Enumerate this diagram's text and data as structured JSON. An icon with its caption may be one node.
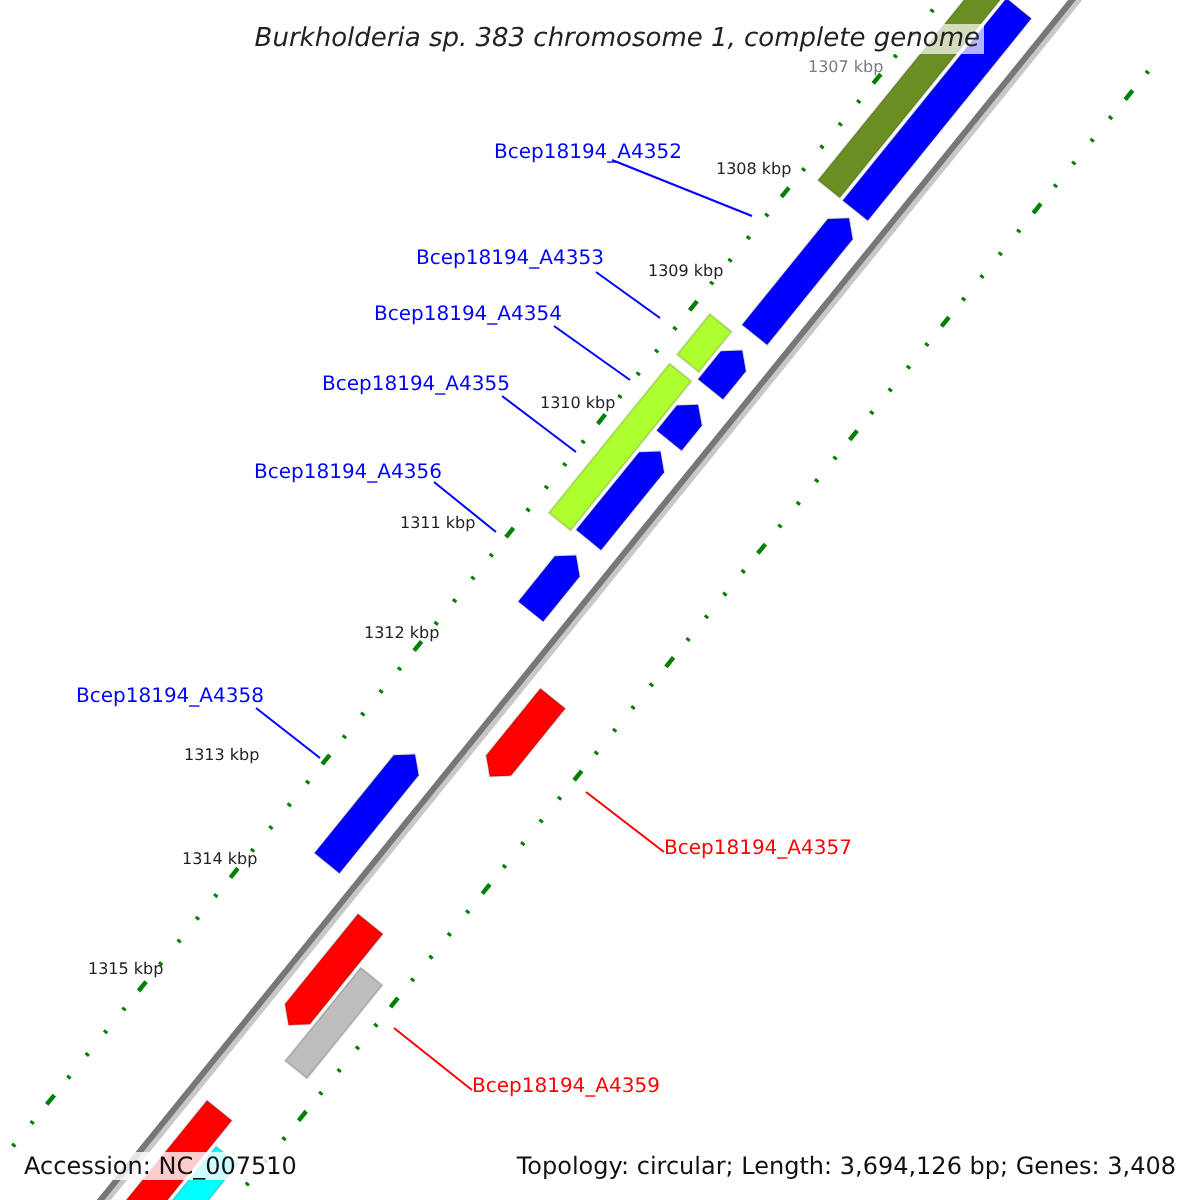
{
  "diagram": {
    "title": "Burkholderia sp. 383 chromosome 1, complete genome",
    "nodes": [
      {
        "text": [
          "Bcep18194_A4352"
        ]
      },
      {
        "text": [
          "Bcep18194_A4353"
        ]
      },
      {
        "text": [
          "Bcep18194_A4354"
        ]
      },
      {
        "text": [
          "Bcep18194_A4355"
        ]
      },
      {
        "text": [
          "Bcep18194_A4356"
        ]
      },
      {
        "text": [
          "Bcep18194_A4358"
        ]
      },
      {
        "text": [
          "Bcep18194_A4357"
        ]
      },
      {
        "text": [
          "Bcep18194_A4359"
        ]
      }
    ],
    "edges": [
      {
        "from": 0,
        "to": null,
        "arrow": "none"
      },
      {
        "from": 1,
        "to": null,
        "arrow": "none"
      },
      {
        "from": 2,
        "to": null,
        "arrow": "none"
      },
      {
        "from": 3,
        "to": null,
        "arrow": "none"
      },
      {
        "from": 4,
        "to": null,
        "arrow": "none"
      },
      {
        "from": 5,
        "to": null,
        "arrow": "none"
      },
      {
        "from": 6,
        "to": null,
        "arrow": "none",
        "color": "#ff0000"
      },
      {
        "from": 7,
        "to": null,
        "arrow": "none",
        "color": "#ff0000"
      }
    ],
    "labels": [
      "1307 kbp",
      "1308 kbp",
      "1309 kbp",
      "1310 kbp",
      "1311 kbp",
      "1312 kbp",
      "1313 kbp",
      "1314 kbp",
      "1315 kbp",
      "Accession: NC_007510",
      "Topology: circular; Length: 3,694,126 bp; Genes: 3,408"
    ]
  }
}
